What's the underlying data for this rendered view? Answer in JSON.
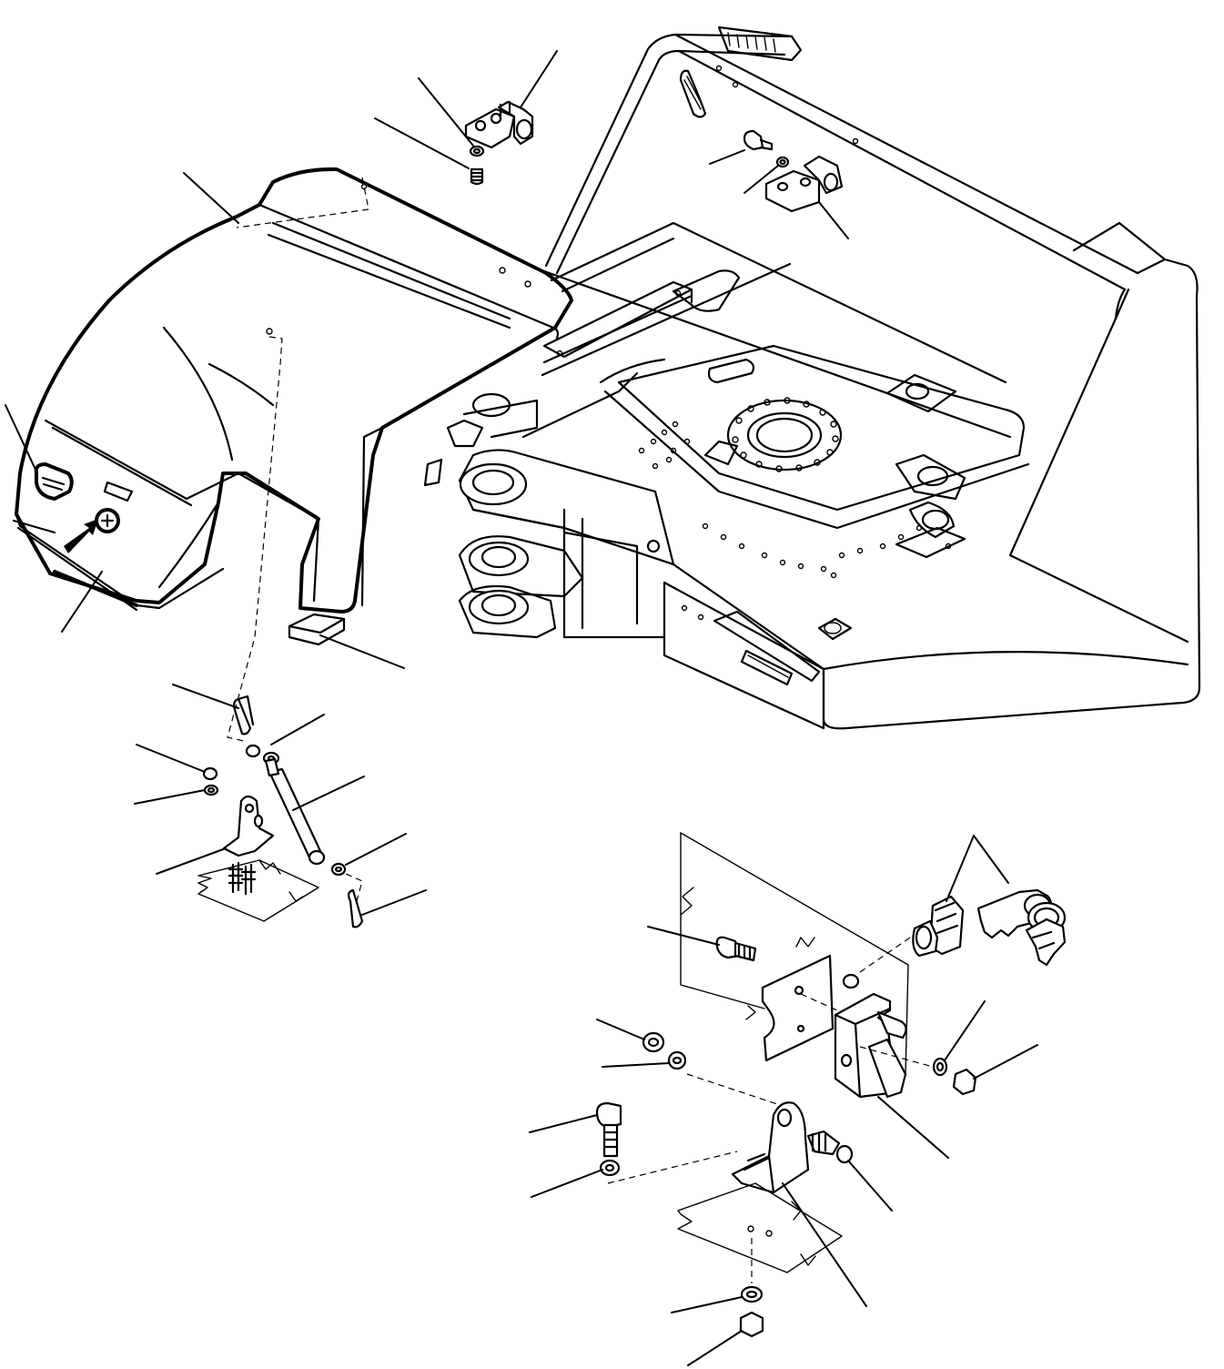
{
  "figure": {
    "type": "exploded-parts-diagram",
    "background": "#ffffff",
    "line_color": "#000000",
    "callout_labels_printed": false
  },
  "assemblies": [
    {
      "name": "hood-cover",
      "visible": true
    },
    {
      "name": "upper-frame",
      "visible": true
    },
    {
      "name": "gas-spring-stay",
      "visible": true
    },
    {
      "name": "hood-lock",
      "visible": true
    }
  ]
}
